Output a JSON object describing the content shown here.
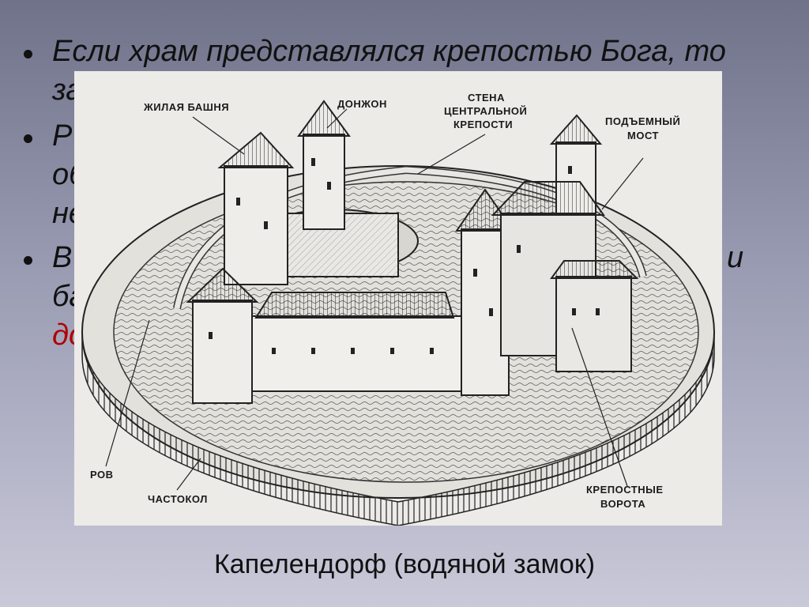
{
  "bullets": [
    {
      "text": "Если храм представлялся крепостью Бога, то"
    },
    {
      "text": "за"
    },
    {
      "text": "Р"
    },
    {
      "text": "об"
    },
    {
      "text": "не"
    },
    {
      "text": "В",
      "tail": "и"
    },
    {
      "text": "ба"
    },
    {
      "text": "до"
    }
  ],
  "illustration": {
    "labels": {
      "living_tower": "ЖИЛАЯ БАШНЯ",
      "donjon": "ДОНЖОН",
      "central_wall_1": "СТЕНА",
      "central_wall_2": "ЦЕНТРАЛЬНОЙ",
      "central_wall_3": "КРЕПОСТИ",
      "drawbridge_1": "ПОДЪЕМНЫЙ",
      "drawbridge_2": "МОСТ",
      "moat": "РОВ",
      "palisade": "ЧАСТОКОЛ",
      "gates_1": "КРЕПОСТНЫЕ",
      "gates_2": "ВОРОТА"
    }
  },
  "caption": "Капелендорф (водяной замок)"
}
